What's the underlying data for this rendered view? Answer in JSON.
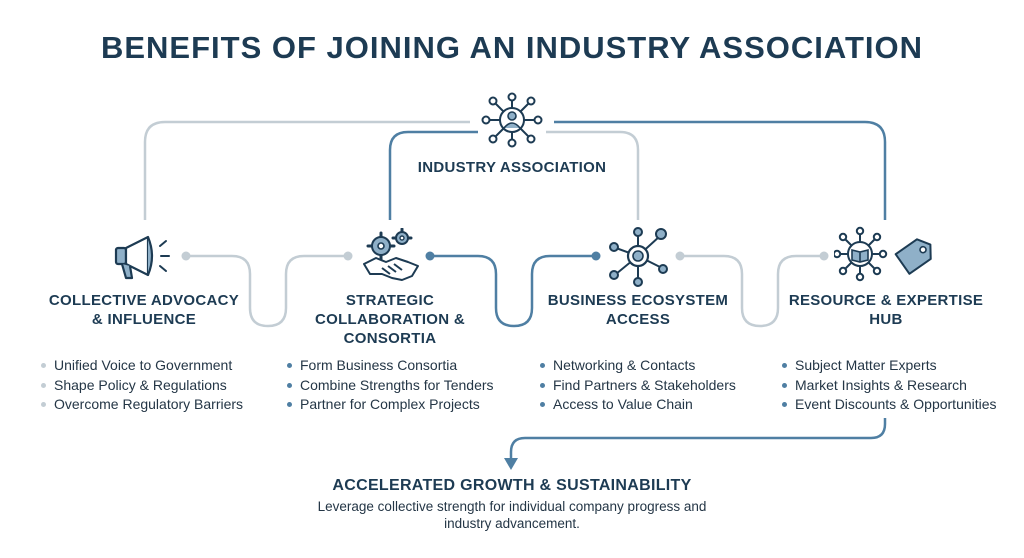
{
  "title": "BENEFITS OF JOINING AN INDUSTRY ASSOCIATION",
  "hub": {
    "label": "INDUSTRY ASSOCIATION",
    "icon": "network-people-icon"
  },
  "pillars": [
    {
      "title": "COLLECTIVE ADVOCACY & INFLUENCE",
      "icon": "megaphone-icon",
      "items": [
        "Unified Voice to Government",
        "Shape Policy & Regulations",
        "Overcome Regulatory Barriers"
      ]
    },
    {
      "title": "STRATEGIC COLLABORATION & CONSORTIA",
      "icon": "handshake-gears-icon",
      "items": [
        "Form Business Consortia",
        "Combine Strengths for Tenders",
        "Partner for Complex Projects"
      ]
    },
    {
      "title": "BUSINESS ECOSYSTEM ACCESS",
      "icon": "network-nodes-icon",
      "items": [
        "Networking & Contacts",
        "Find Partners & Stakeholders",
        "Access to Value Chain"
      ]
    },
    {
      "title": "RESOURCE & EXPERTISE HUB",
      "icon": "book-network-tag-icon",
      "items": [
        "Subject Matter Experts",
        "Market Insights & Research",
        "Event Discounts & Opportunities"
      ]
    }
  ],
  "outcome": {
    "title": "ACCELERATED GROWTH & SUSTAINABILITY",
    "description": "Leverage collective strength for individual company progress and industry advancement."
  },
  "colors": {
    "primary": "#1d3b53",
    "accent": "#4f7fa3",
    "light_line": "#c3cdd4",
    "icon_fill": "#8fb0c8"
  }
}
